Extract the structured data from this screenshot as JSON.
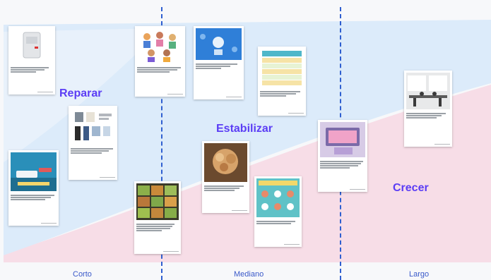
{
  "zones": {
    "reparar": "Reparar",
    "estabilizar": "Estabilizar",
    "crecer": "Crecer"
  },
  "axis": {
    "corto": "Corto",
    "mediano": "Mediano",
    "largo": "Largo"
  },
  "cards": {
    "c1": "",
    "c2": "",
    "c3": "",
    "c4": "",
    "c5": "",
    "c6": "",
    "c7": "",
    "c8": "",
    "c9": "",
    "c10": "",
    "c11": ""
  },
  "colors": {
    "accent": "#5b3df5",
    "divider": "#2f5fd0",
    "blue_band": "#dbe9f8",
    "pink_band": "#f6dbe6"
  }
}
